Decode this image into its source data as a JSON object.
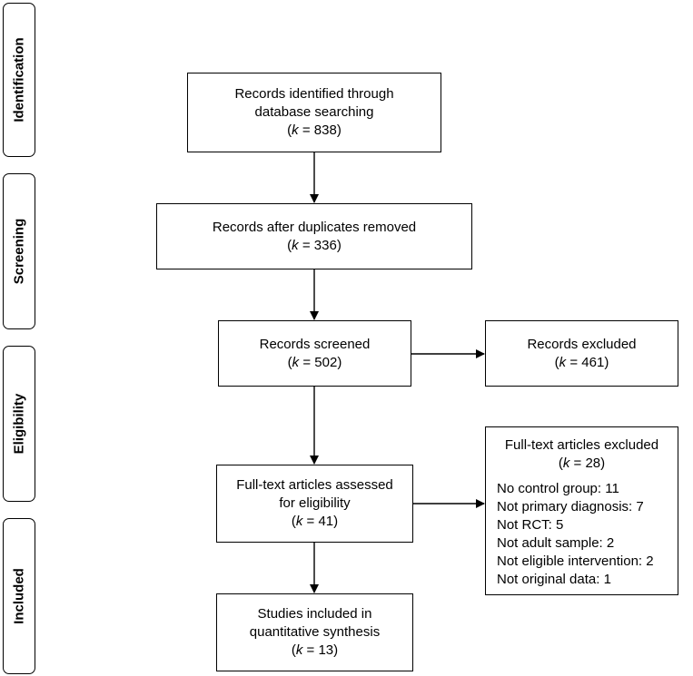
{
  "phases": [
    {
      "id": "identification",
      "label": "Identification"
    },
    {
      "id": "screening",
      "label": "Screening"
    },
    {
      "id": "eligibility",
      "label": "Eligibility"
    },
    {
      "id": "included",
      "label": "Included"
    }
  ],
  "boxes": {
    "identified": {
      "lines": [
        "Records identified through",
        "database searching"
      ],
      "k_label": "k",
      "k_value": "= 838"
    },
    "duplicates": {
      "lines": [
        "Records after duplicates removed"
      ],
      "k_label": "k",
      "k_value": "= 336"
    },
    "screened": {
      "lines": [
        "Records screened"
      ],
      "k_label": "k",
      "k_value": "= 502"
    },
    "excluded": {
      "lines": [
        "Records excluded"
      ],
      "k_label": "k",
      "k_value": "= 461"
    },
    "fulltext": {
      "lines": [
        "Full-text articles assessed",
        "for eligibility"
      ],
      "k_label": "k",
      "k_value": "= 41"
    },
    "included": {
      "lines": [
        "Studies included in",
        "quantitative synthesis"
      ],
      "k_label": "k",
      "k_value": "= 13"
    }
  },
  "fulltext_excluded": {
    "title": "Full-text articles excluded",
    "k_label": "k",
    "k_value": "= 28",
    "reasons": [
      "No control group: 11",
      "Not primary diagnosis: 7",
      "Not RCT: 5",
      "Not adult sample: 2",
      "Not eligible intervention: 2",
      "Not original data: 1"
    ]
  }
}
